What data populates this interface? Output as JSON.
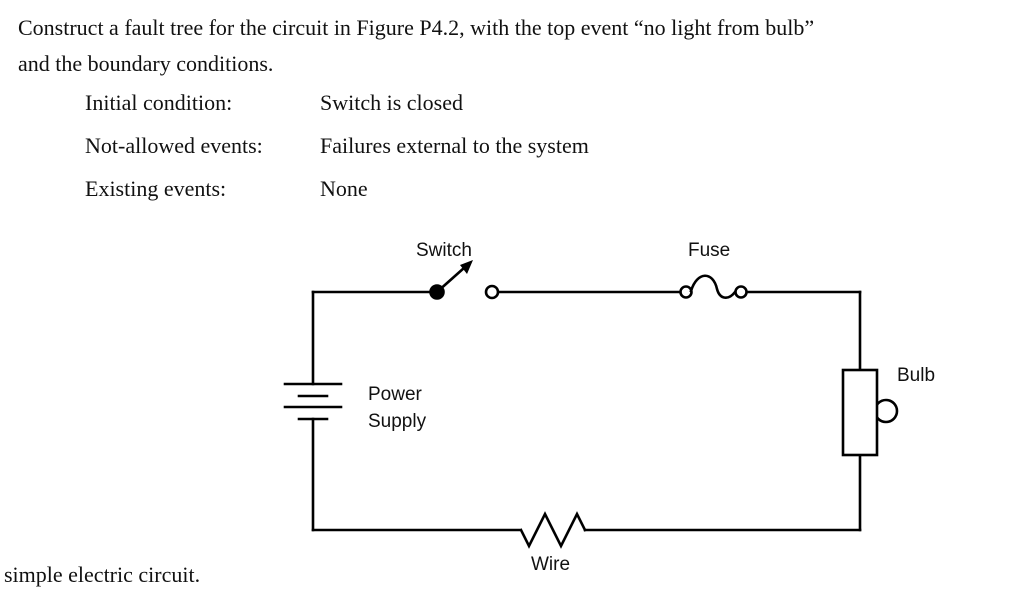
{
  "problem": {
    "line1": "Construct a fault tree for the circuit in Figure P4.2, with the top event “no light from bulb”",
    "line2": "and the boundary conditions.",
    "conditions": [
      {
        "label": "Initial condition:",
        "value": "Switch is closed"
      },
      {
        "label": "Not-allowed events:",
        "value": "Failures external to the system"
      },
      {
        "label": "Existing events:",
        "value": "None"
      }
    ]
  },
  "circuit": {
    "labels": {
      "switch": "Switch",
      "fuse": "Fuse",
      "bulb": "Bulb",
      "power_line1": "Power",
      "power_line2": "Supply",
      "wire": "Wire"
    },
    "stroke_color": "#000000"
  },
  "caption": "simple electric circuit."
}
